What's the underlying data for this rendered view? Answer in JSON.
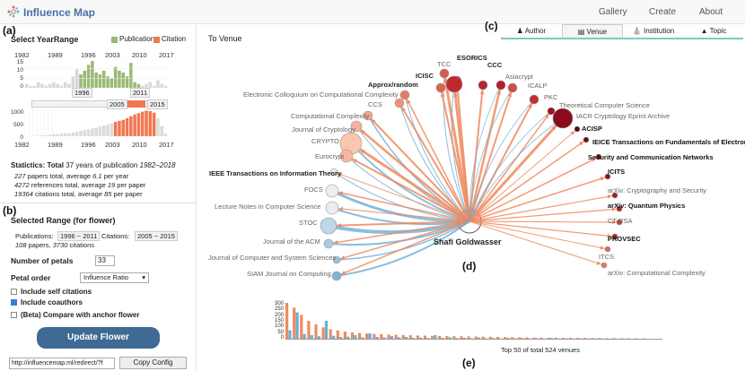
{
  "header": {
    "brand": "Influence Map",
    "nav": [
      "Gallery",
      "Create",
      "About"
    ]
  },
  "panel_labels": {
    "a": "(a)",
    "b": "(b)",
    "c": "(c)",
    "d": "(d)",
    "e": "(e)"
  },
  "year_range": {
    "title": "Select YearRange",
    "legend_publication": "Publication",
    "legend_citation": "Citation",
    "publication_color": "#9ab973",
    "citation_color": "#f07850",
    "year_ticks": [
      "1982",
      "1989",
      "1996",
      "2003",
      "2010",
      "2017"
    ],
    "pub_axis": [
      "15",
      "10",
      "5",
      "0"
    ],
    "cit_axis": [
      "1000",
      "500",
      "0"
    ],
    "pub_range_start": "1996",
    "pub_range_end": "2011",
    "cit_range_start": "2005",
    "cit_range_end": "2015"
  },
  "statistics": {
    "label": "Statictics: Total",
    "years": "37",
    "years_text": "years of publication",
    "years_range": "1982–2018",
    "papers_line": "papers total, average",
    "papers_total": "227",
    "papers_avg": "6.1",
    "papers_unit": "per year",
    "refs_total": "4272",
    "refs_line": "references total, average",
    "refs_avg": "19",
    "refs_unit": "per paper",
    "cits_total": "19364",
    "cits_line": "citations total, average",
    "cits_avg": "85",
    "cits_unit": "per paper"
  },
  "flower_settings": {
    "title": "Selected Range (for flower)",
    "publications_label": "Publications:",
    "pub_range": "1996 ~ 2011",
    "citations_label": "Citations:",
    "cit_range": "2005 ~ 2015",
    "summary_papers": "108",
    "summary_papers_text": "papers,",
    "summary_citations": "3730",
    "summary_citations_text": "citations",
    "num_petals_label": "Number of petals",
    "num_petals": "33",
    "petal_order_label": "Petal order",
    "petal_order_value": "Influence Ratio",
    "self_citations_label": "Include self citations",
    "coauthors_label": "Include coauthors",
    "compare_label": "(Beta) Compare with anchor flower",
    "update_button": "Update Flower",
    "url_value": "http://influencemap.ml/redirect/?f",
    "copy_button": "Copy Config"
  },
  "tabs": [
    "Author",
    "Venue",
    "Institution",
    "Topic"
  ],
  "flower": {
    "to_venue_label": "To Venue",
    "center_label": "Shafi Goldwasser",
    "petals_left": [
      {
        "name": "TCC",
        "color": "#d35b4f",
        "r": 5
      },
      {
        "name": "ESORICS",
        "color": "#b4212e",
        "r": 5
      },
      {
        "name": "CCC",
        "color": "#b5242f",
        "r": 5
      },
      {
        "name": "ICISC",
        "color": "#c0282e",
        "r": 9
      },
      {
        "name": "Approx/random",
        "color": "#d9634f",
        "r": 5
      },
      {
        "name": "Electronic Colloquium on Computational Complexity",
        "color": "#e57a5f",
        "r": 5
      },
      {
        "name": "CCS",
        "color": "#ea9379",
        "r": 5
      },
      {
        "name": "Computational Complexity",
        "color": "#f2a68d",
        "r": 5
      },
      {
        "name": "Journal of Cryptology",
        "color": "#f4b39c",
        "r": 6
      },
      {
        "name": "CRYPTO",
        "color": "#f9c6ae",
        "r": 12
      },
      {
        "name": "Eurocrypt",
        "color": "#f7b89f",
        "r": 7
      },
      {
        "name": "IEEE Transactions on Information Theory",
        "color": "#f6e9e2",
        "r": 4
      },
      {
        "name": "FOCS",
        "color": "#eeeeee",
        "r": 7
      },
      {
        "name": "Lecture Notes in Computer Science",
        "color": "#e7eef3",
        "r": 7
      },
      {
        "name": "STOC",
        "color": "#bdd7ea",
        "r": 9
      },
      {
        "name": "Journal of the ACM",
        "color": "#a8cbe6",
        "r": 5
      },
      {
        "name": "Journal of Computer and System Sciences",
        "color": "#96c1e2",
        "r": 4
      },
      {
        "name": "SIAM Journal on Computing",
        "color": "#7eb3db",
        "r": 5
      }
    ],
    "petals_right": [
      {
        "name": "Asiacrypt",
        "color": "#b71c2b",
        "r": 5
      },
      {
        "name": "ICALP",
        "color": "#d04e46",
        "r": 5
      },
      {
        "name": "PKC",
        "color": "#c3302f",
        "r": 5
      },
      {
        "name": "Theoretical Computer Science",
        "color": "#9d1226",
        "r": 4
      },
      {
        "name": "IACR Cryptology Eprint Archive",
        "color": "#8a0a1e",
        "r": 11
      },
      {
        "name": "ACISP",
        "color": "#5e0716",
        "r": 3
      },
      {
        "name": "IEICE Transactions on Fundamentals of Electronics",
        "color": "#6d0b19",
        "r": 3
      },
      {
        "name": "Security and Communication Networks",
        "color": "#780e1c",
        "r": 3
      },
      {
        "name": "ICITS",
        "color": "#8c1020",
        "r": 3
      },
      {
        "name": "arXiv: Cryptography and Security",
        "color": "#a51a25",
        "r": 3
      },
      {
        "name": "arXiv: Quantum Physics",
        "color": "#b52428",
        "r": 3
      },
      {
        "name": "CT-RSA",
        "color": "#c73b34",
        "r": 3
      },
      {
        "name": "PROVSEC",
        "color": "#b21e26",
        "r": 3
      },
      {
        "name": "ITCS",
        "color": "#d96a54",
        "r": 3
      },
      {
        "name": "arXiv: Computational Complexity",
        "color": "#e07a60",
        "r": 3
      }
    ],
    "blue_color": "#6baed6",
    "red_color": "#f08a5d"
  },
  "bottom_chart": {
    "axis": [
      "300",
      "250",
      "200",
      "150",
      "100",
      "50",
      "0"
    ],
    "caption": "Top 50 of total 524 venues"
  }
}
